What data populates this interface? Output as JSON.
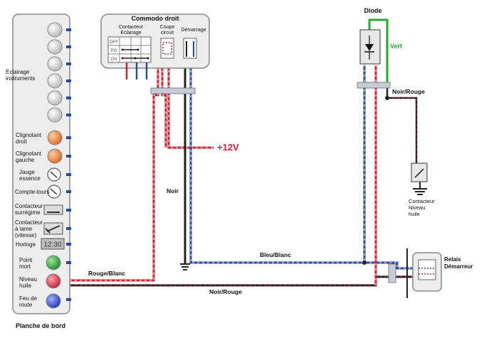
{
  "diagram": {
    "panel": {
      "title": "Planche de bord",
      "labels": {
        "eclairage": [
          "Eclairage",
          "instruments"
        ],
        "clignotant_droit": [
          "Clignotant",
          "droit"
        ],
        "clignotant_gauche": [
          "Clignotant",
          "gauche"
        ],
        "jauge": [
          "Jauge",
          "essence"
        ],
        "compte_tours": [
          "Compte-tours"
        ],
        "surregime": [
          "Contacteur",
          "surrégime"
        ],
        "lame": [
          "Contacteur",
          "à lame",
          "(vitesse)"
        ],
        "horloge": [
          "Horloge"
        ],
        "point_mort": [
          "Point",
          "mort"
        ],
        "niveau_huile": [
          "Niveau",
          "huile"
        ],
        "feu_route": [
          "Feu de",
          "route"
        ]
      },
      "clock_display": "12:30"
    },
    "commodo": {
      "title": "Commodo droit",
      "contacteur_eclairage": [
        "Contacteur",
        "Eclairage"
      ],
      "coupe_circuit": [
        "Coupe",
        "circuit"
      ],
      "demarrage": "Démarrage",
      "switch_positions": [
        "OFF",
        "PO",
        "ON"
      ]
    },
    "diode": {
      "title": "Diode",
      "vert_label": "Vert"
    },
    "wires": {
      "plus12v": "+12V",
      "noir": "Noir",
      "bleu_blanc": "Bleu/Blanc",
      "rouge_blanc": "Rouge/Blanc",
      "noir_rouge_bottom": "Noir/Rouge",
      "noir_rouge_right": "Noir/Rouge"
    },
    "contacteur_niveau_huile": [
      "Contacteur",
      "Niveau",
      "huile"
    ],
    "relais": [
      "Relais",
      "Démarreur"
    ],
    "colors": {
      "red": "#cc2233",
      "blue": "#2a4a9a",
      "black": "#222222",
      "green": "#22aa33",
      "bulb_orange": "#e07a3a",
      "bulb_green": "#2e9a3a",
      "bulb_red": "#cc3344",
      "bulb_blue": "#2a44bb"
    }
  }
}
